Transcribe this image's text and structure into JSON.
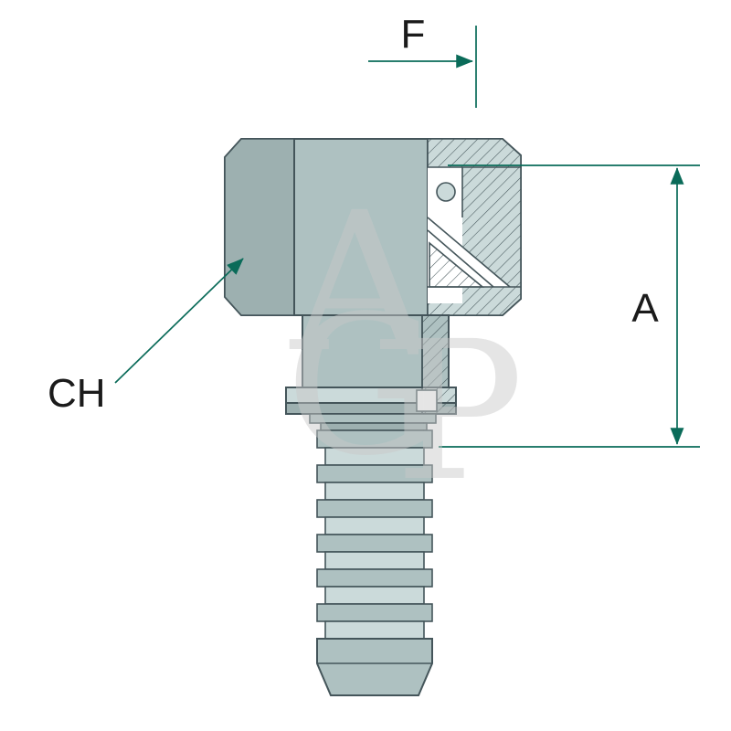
{
  "page": {
    "background": "#ffffff"
  },
  "diagram": {
    "labels": {
      "f": "F",
      "a": "A",
      "ch": "CH"
    },
    "watermark": {
      "letter1": "A",
      "letter2": "G",
      "letter3": "P"
    }
  },
  "colors": {
    "body": "#aec1c1",
    "body-light": "#cbdada",
    "body-dark": "#9db0b0",
    "outline": "#44555a",
    "dimension": "#0a6b59",
    "label": "#1b1b1b",
    "watermark": "#c9c9c9"
  }
}
